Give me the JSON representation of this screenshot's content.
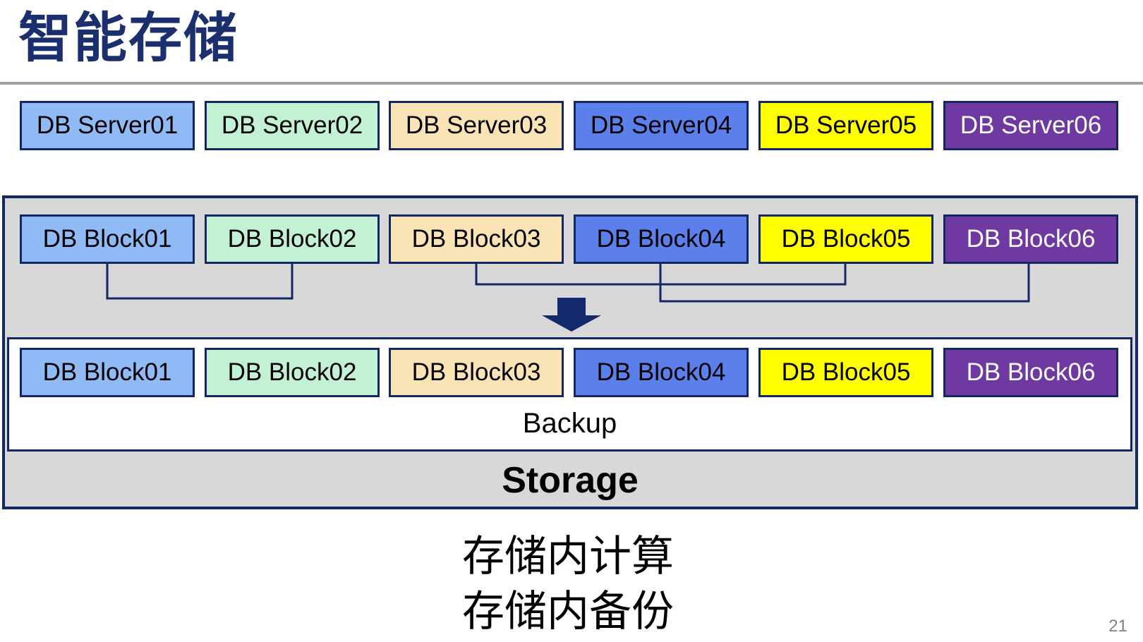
{
  "title": {
    "text": "智能存储"
  },
  "colors": {
    "border_navy": "#132863",
    "storage_panel_fill": "#D8D8D8",
    "backup_panel_fill": "#FFFFFF",
    "arrow": "#14296B",
    "title_text": "#1B2E6E",
    "divider_gray": "#A0A0A0",
    "page_number_gray": "#808080"
  },
  "servers": [
    {
      "label": "DB Server01",
      "fill": "#8FBAF5",
      "text_color": "#000000"
    },
    {
      "label": "DB Server02",
      "fill": "#C3F1D4",
      "text_color": "#000000"
    },
    {
      "label": "DB Server03",
      "fill": "#FAE3B4",
      "text_color": "#000000"
    },
    {
      "label": "DB Server04",
      "fill": "#5B80EB",
      "text_color": "#000000"
    },
    {
      "label": "DB Server05",
      "fill": "#FFFF00",
      "text_color": "#000000"
    },
    {
      "label": "DB Server06",
      "fill": "#6E3AA1",
      "text_color": "#FFFFFF"
    }
  ],
  "storage": {
    "blocks_top": [
      {
        "label": "DB Block01",
        "fill": "#8FBAF5",
        "text_color": "#000000"
      },
      {
        "label": "DB Block02",
        "fill": "#C3F1D4",
        "text_color": "#000000"
      },
      {
        "label": "DB Block03",
        "fill": "#FAE3B4",
        "text_color": "#000000"
      },
      {
        "label": "DB Block04",
        "fill": "#5B80EB",
        "text_color": "#000000"
      },
      {
        "label": "DB Block05",
        "fill": "#FFFF00",
        "text_color": "#000000"
      },
      {
        "label": "DB Block06",
        "fill": "#6E3AA1",
        "text_color": "#FFFFFF"
      }
    ],
    "blocks_bottom": [
      {
        "label": "DB Block01",
        "fill": "#8FBAF5",
        "text_color": "#000000"
      },
      {
        "label": "DB Block02",
        "fill": "#C3F1D4",
        "text_color": "#000000"
      },
      {
        "label": "DB Block03",
        "fill": "#FAE3B4",
        "text_color": "#000000"
      },
      {
        "label": "DB Block04",
        "fill": "#5B80EB",
        "text_color": "#000000"
      },
      {
        "label": "DB Block05",
        "fill": "#FFFF00",
        "text_color": "#000000"
      },
      {
        "label": "DB Block06",
        "fill": "#6E3AA1",
        "text_color": "#FFFFFF"
      }
    ],
    "backup_label": "Backup",
    "storage_label": "Storage"
  },
  "caption": {
    "line1": "存储内计算",
    "line2": "存储内备份"
  },
  "page_number": "21"
}
